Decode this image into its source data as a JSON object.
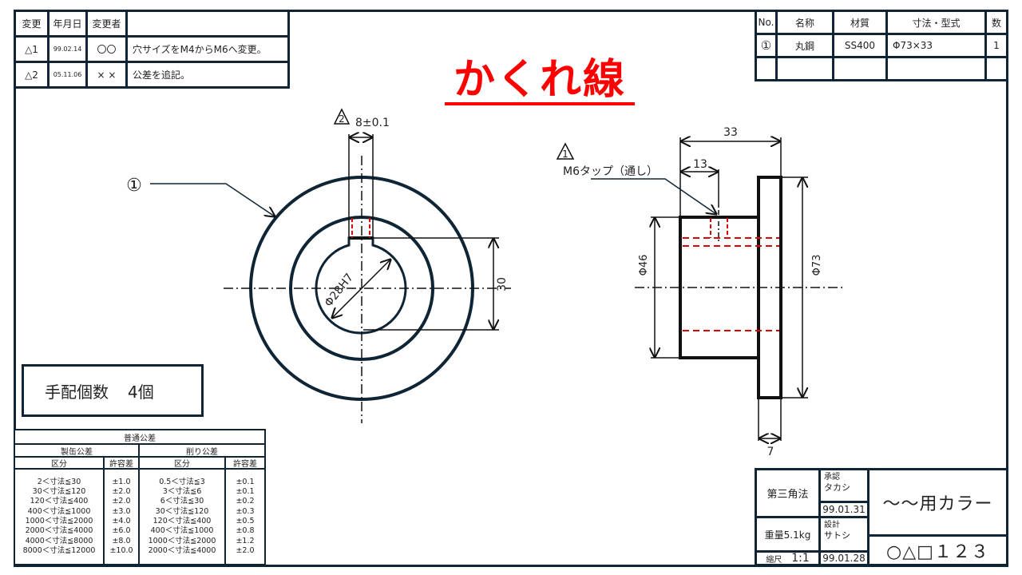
{
  "revision_table": {
    "headers": [
      "変更",
      "年月日",
      "変更者",
      ""
    ],
    "rows": [
      {
        "mark": "△1",
        "date": "99.02.14",
        "by": "〇〇",
        "desc": "穴サイズをM4からM6へ変更。"
      },
      {
        "mark": "△2",
        "date": "05.11.06",
        "by": "× ×",
        "desc": "公差を追記。"
      }
    ]
  },
  "parts_table": {
    "headers": [
      "No.",
      "名称",
      "材質",
      "寸法・型式",
      "数"
    ],
    "rows": [
      {
        "no": "①",
        "name": "丸鋼",
        "material": "SS400",
        "size": "Φ73×33",
        "qty": "1"
      }
    ]
  },
  "title": "かくれ線",
  "order_quantity": {
    "label": "手配個数",
    "value": "4個"
  },
  "tolerance_table": {
    "title": "普通公差",
    "group1": "製缶公差",
    "group2": "削り公差",
    "col_range": "区分",
    "col_tol": "許容差",
    "fab_ranges": [
      "2＜寸法≦30",
      "30＜寸法≦120",
      "120＜寸法≦400",
      "400＜寸法≦1000",
      "1000＜寸法≦2000",
      "2000＜寸法≦4000",
      "4000＜寸法≦8000",
      "8000＜寸法≦12000"
    ],
    "fab_tols": [
      "±1.0",
      "±2.0",
      "±2.0",
      "±3.0",
      "±4.0",
      "±6.0",
      "±8.0",
      "±10.0"
    ],
    "mach_ranges": [
      "0.5＜寸法≦3",
      "3＜寸法≦6",
      "6＜寸法≦30",
      "30＜寸法≦120",
      "120＜寸法≦400",
      "400＜寸法≦1000",
      "1000＜寸法≦2000",
      "2000＜寸法≦4000"
    ],
    "mach_tols": [
      "±0.1",
      "±0.1",
      "±0.2",
      "±0.3",
      "±0.5",
      "±0.8",
      "±1.2",
      "±2.0"
    ]
  },
  "title_block": {
    "projection": "第三角法",
    "weight": "重量5.1kg",
    "scale_label": "縮尺",
    "scale": "1:1",
    "approved_label": "承認",
    "approved_by": "タカシ",
    "approved_date": "99.01.31",
    "designed_label": "設計",
    "designed_by": "サトシ",
    "designed_date": "99.01.28",
    "part_name": "～～用カラー",
    "drawing_number": "○△□１２３"
  },
  "drawing": {
    "part_callout": "①",
    "front_view": {
      "rev_mark": "2",
      "keyway_width": "8±0.1",
      "bore": "Φ28H7",
      "keyway_depth": "30"
    },
    "side_view": {
      "rev_mark": "1",
      "tap_note": "M6タップ（通し）",
      "length": "33",
      "tap_position": "13",
      "hub_dia": "Φ46",
      "flange_dia": "Φ73",
      "flange_thickness": "7"
    },
    "colors": {
      "line": "#0f2535",
      "hidden": "#e00000",
      "title": "#ff0000"
    }
  }
}
